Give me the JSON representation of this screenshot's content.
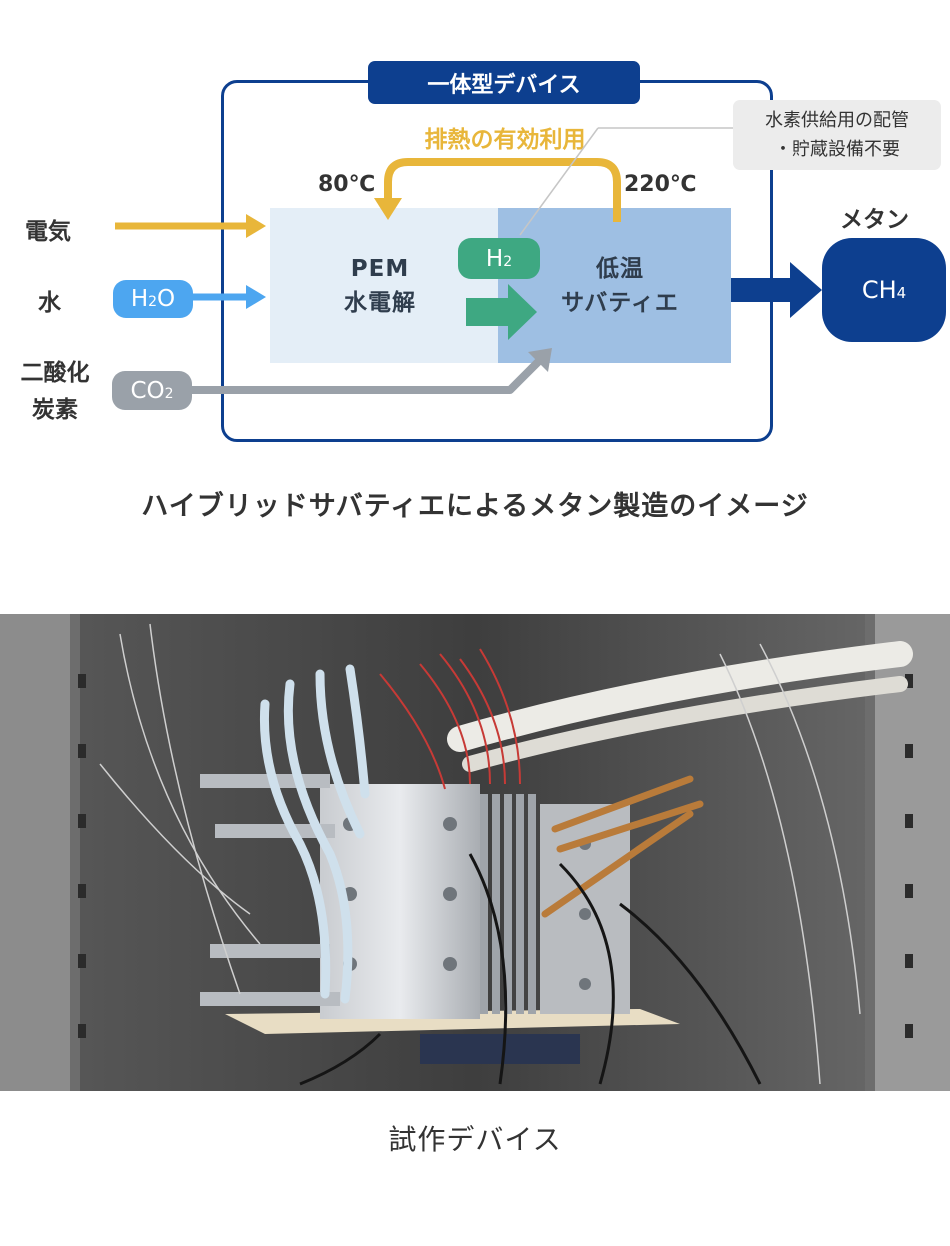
{
  "diagram": {
    "device_title": "一体型デバイス",
    "heat_reuse": "排熱の有効利用",
    "temp_pem": "80℃",
    "temp_sabatier": "220℃",
    "note_line1": "水素供給用の配管",
    "note_line2": "・貯蔵設備不要",
    "pem_line1": "PEM",
    "pem_line2": "水電解",
    "sabatier_line1": "低温",
    "sabatier_line2": "サバティエ",
    "inputs": {
      "electricity": "電気",
      "water": "水",
      "co2_line1": "二酸化",
      "co2_line2": "炭素"
    },
    "pill_h2o": {
      "main": "H",
      "sub": "2",
      "tail": "O"
    },
    "pill_co2": {
      "main": "CO",
      "sub": "2"
    },
    "pill_h2": {
      "main": "H",
      "sub": "2"
    },
    "output_label": "メタン",
    "ch4": {
      "main": "CH",
      "sub": "4"
    },
    "colors": {
      "navy": "#0d3f8f",
      "yellow": "#e8b63a",
      "water_blue": "#4da6f0",
      "co2_gray": "#9aa1a9",
      "h2_green": "#3ea882"
    }
  },
  "caption_main": "ハイブリッドサバティエによるメタン製造のイメージ",
  "caption_photo": "試作デバイス"
}
